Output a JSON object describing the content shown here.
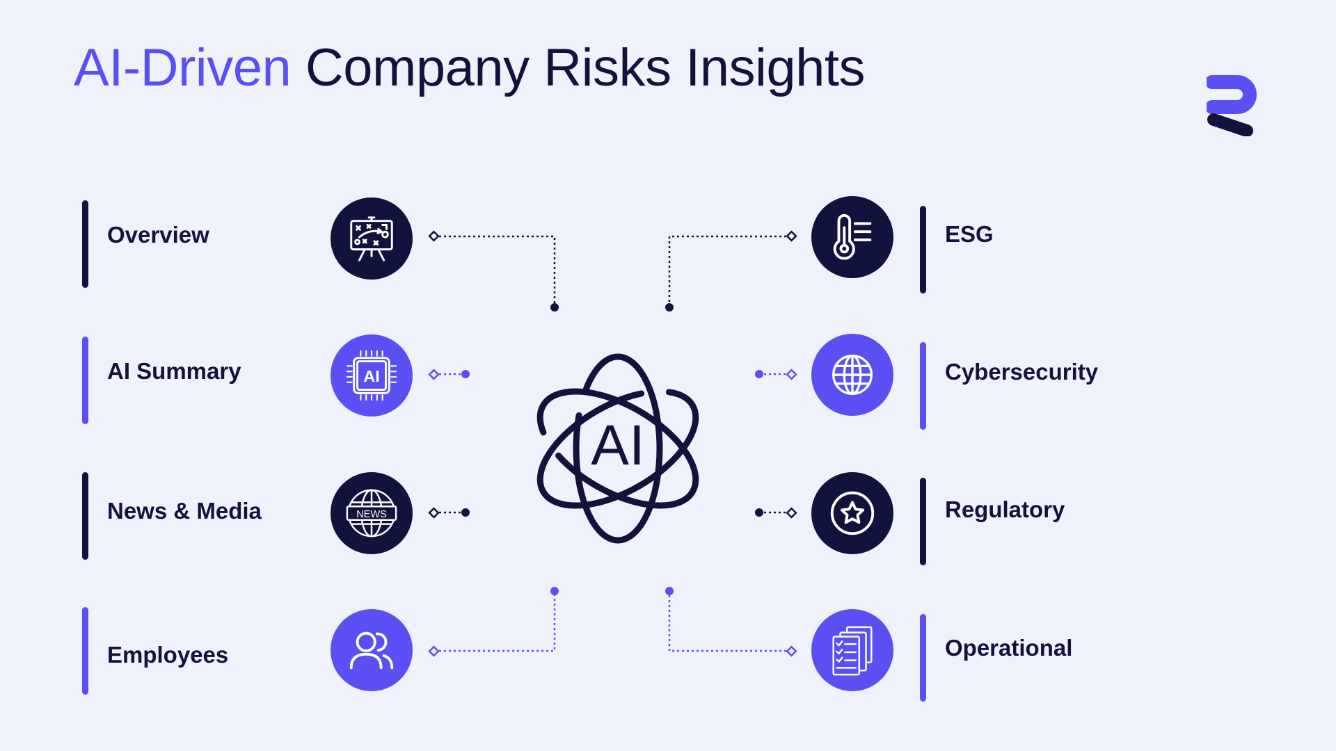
{
  "header": {
    "title_accent": "AI-Driven",
    "title_rest": "Company Risks Insights"
  },
  "colors": {
    "background": "#eff1fb",
    "navy": "#12133d",
    "accent": "#5a4ff3"
  },
  "center": {
    "icon": "ai-atom-icon",
    "text": "AI"
  },
  "left_items": [
    {
      "label": "Overview",
      "icon": "strategy-board-icon",
      "color": "navy"
    },
    {
      "label": "AI Summary",
      "icon": "ai-chip-icon",
      "color": "accent",
      "icon_text": "AI"
    },
    {
      "label": "News & Media",
      "icon": "news-globe-icon",
      "color": "navy",
      "icon_text": "NEWS"
    },
    {
      "label": "Employees",
      "icon": "users-icon",
      "color": "accent"
    }
  ],
  "right_items": [
    {
      "label": "ESG",
      "icon": "thermometer-icon",
      "color": "navy"
    },
    {
      "label": "Cybersecurity",
      "icon": "globe-icon",
      "color": "accent"
    },
    {
      "label": "Regulatory",
      "icon": "star-badge-icon",
      "color": "navy"
    },
    {
      "label": "Operational",
      "icon": "documents-checklist-icon",
      "color": "accent"
    }
  ]
}
